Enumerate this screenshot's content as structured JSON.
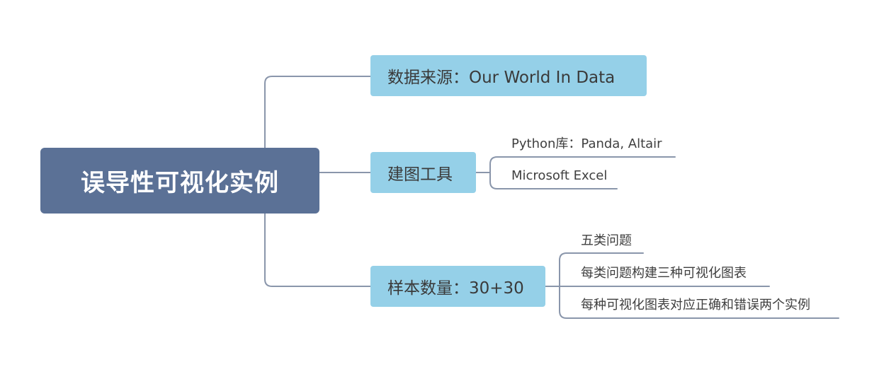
{
  "root": {
    "title": "误导性可视化实例"
  },
  "branches": [
    {
      "label": "数据来源：Our World In Data",
      "leaves": []
    },
    {
      "label": "建图工具",
      "leaves": [
        "Python库：Panda, Altair",
        "Microsoft Excel"
      ]
    },
    {
      "label": "样本数量：30+30",
      "leaves": [
        "五类问题",
        "每类问题构建三种可视化图表",
        "每种可视化图表对应正确和错误两个实例"
      ]
    }
  ],
  "colors": {
    "root_fill": "#5b7196",
    "branch_fill": "#95d0e8",
    "connector": "#8a96ab",
    "text": "#3f3f3f"
  }
}
